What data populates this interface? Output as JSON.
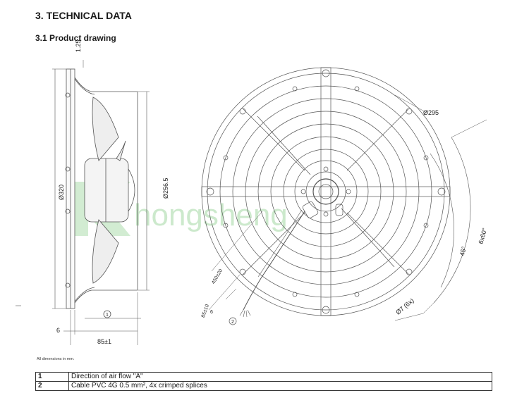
{
  "header": {
    "section_title": "3. TECHNICAL DATA",
    "subsection_title": "3.1 Product drawing"
  },
  "side_view": {
    "dim_top": "1.25",
    "dim_outer_diameter": "Ø320",
    "dim_inner_diameter": "Ø256.5",
    "dim_flange": "6",
    "dim_depth": "85±1",
    "marker_airflow": "1"
  },
  "front_view": {
    "dim_guard_diameter": "Ø295",
    "dim_bolt_angle": "45°",
    "dim_bolt_pattern": "6x60°",
    "dim_holes": "Ø7 (6x)",
    "dim_cable_length": "450±20",
    "dim_cable_strip": "85±10",
    "dim_cable_end": "6",
    "marker_cable": "2"
  },
  "watermark": "hongsheng",
  "note": "All dimensions in mm.",
  "legend": [
    {
      "num": "1",
      "text": "Direction of air flow \"A\""
    },
    {
      "num": "2",
      "text": "Cable PVC 4G 0.5 mm², 4x crimped splices"
    }
  ],
  "colors": {
    "line": "#555555",
    "watermark": "#8fcf8f"
  }
}
